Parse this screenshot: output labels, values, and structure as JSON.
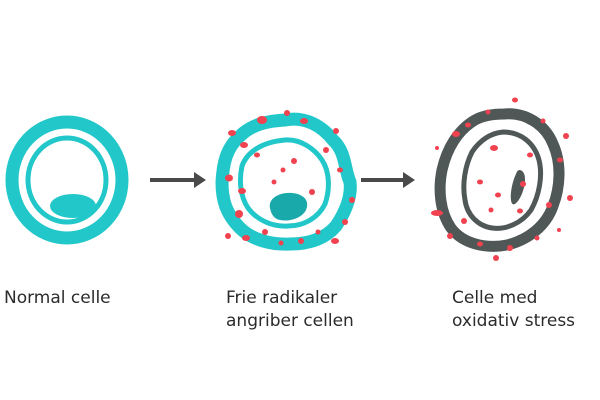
{
  "colors": {
    "teal": "#22c7c9",
    "teal_dark": "#1aa9ab",
    "gray": "#4f5757",
    "red": "#f0424f",
    "arrow": "#4a4a4a",
    "text": "#2b2b2b"
  },
  "stages": [
    {
      "lines": [
        "Normal celle"
      ]
    },
    {
      "lines": [
        "Frie radikaler",
        "angriber cellen"
      ]
    },
    {
      "lines": [
        "Celle med",
        "oxidativ stress"
      ]
    }
  ]
}
